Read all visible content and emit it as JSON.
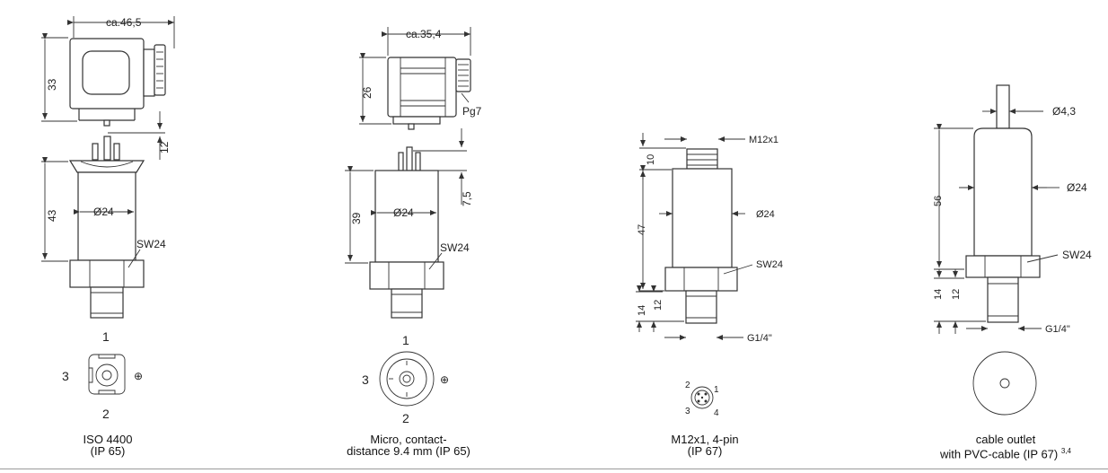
{
  "variants": [
    {
      "caption_line1": "ISO 4400",
      "caption_line2": "(IP 65)",
      "dims": {
        "width": "ca.46,5",
        "height_conn": "33",
        "gap": "12",
        "height_body": "43",
        "diameter": "Ø24",
        "hex": "SW24"
      },
      "pins": [
        "1",
        "2",
        "3",
        "⊕"
      ]
    },
    {
      "caption_line1": "Micro, contact-",
      "caption_line2": "distance 9.4 mm (IP 65)",
      "dims": {
        "width": "ca.35,4",
        "height_conn": "26",
        "cable": "Pg7",
        "gap": "7,5",
        "height_body": "39",
        "diameter": "Ø24",
        "hex": "SW24"
      },
      "pins": [
        "1",
        "2",
        "3",
        "⊕"
      ]
    },
    {
      "caption_line1": "M12x1, 4-pin",
      "caption_line2": "(IP 67)",
      "dims": {
        "thread_top": "M12x1",
        "h_top": "10",
        "height_body": "47",
        "diameter": "Ø24",
        "hex": "SW24",
        "h_hex": "14",
        "h_thread": "12",
        "thread": "G1/4\""
      },
      "pins": [
        "1",
        "2",
        "3",
        "4"
      ]
    },
    {
      "caption_line1": "cable outlet",
      "caption_line2": "with PVC-cable (IP 67)",
      "caption_sup": "3,4",
      "dims": {
        "cable_dia": "Ø4,3",
        "height_body": "56",
        "diameter": "Ø24",
        "hex": "SW24",
        "h_hex": "14",
        "h_thread": "12",
        "thread": "G1/4\""
      }
    }
  ]
}
